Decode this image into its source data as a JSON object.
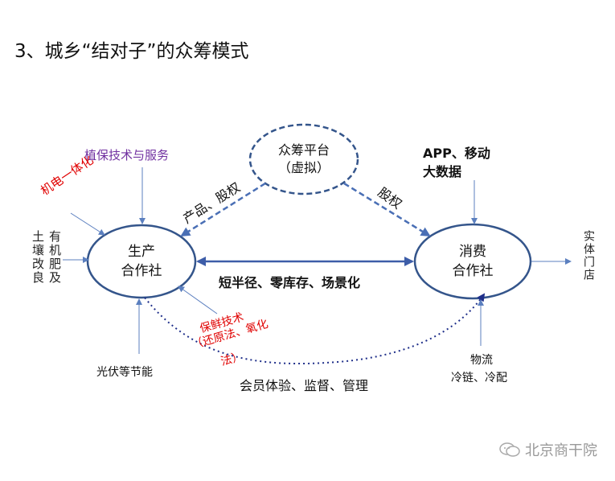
{
  "title": "3、城乡“结对子”的众筹模式",
  "nodes": {
    "platform_line1": "众筹平台",
    "platform_line2": "（虚拟）",
    "producer_line1": "生产",
    "producer_line2": "合作社",
    "consumer_line1": "消费",
    "consumer_line2": "合作社"
  },
  "labels": {
    "plant_protection": "植保技术与服务",
    "mechatronics": "机电一体化",
    "organic_fertilizer": "有机肥及",
    "soil_improvement": "土壤改良",
    "product_equity": "产品、股权",
    "equity": "股权",
    "app_mobile": "APP、移动",
    "big_data": "大数据",
    "short_radius": "短半径、零库存、场景化",
    "preservation_1": "保鲜技术",
    "preservation_2": "（还原法、氧化",
    "preservation_3": "法）",
    "photovoltaic": "光伏等节能",
    "membership": "会员体验、监督、管理",
    "logistics": "物流",
    "cold_chain": "冷链、冷配",
    "physical_store": "实体门店"
  },
  "watermark": "北京商干院",
  "colors": {
    "ellipse_stroke": "#34558b",
    "arrow_solid": "#3d5da8",
    "dashed": "#4a6fb5",
    "dotted": "#1f2f8a",
    "thin_arrow": "#5b7fbf",
    "purple_text": "#7030a0",
    "red_text": "#e00000"
  }
}
